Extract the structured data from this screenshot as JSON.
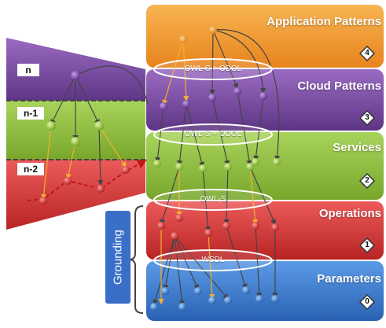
{
  "layers": [
    {
      "label": "Application Patterns",
      "number": "4",
      "color": "#f29a2e"
    },
    {
      "label": "Cloud Patterns",
      "number": "3",
      "color": "#7d4fa3"
    },
    {
      "label": "Services",
      "number": "2",
      "color": "#8fbf3f"
    },
    {
      "label": "Operations",
      "number": "1",
      "color": "#d63d3d"
    },
    {
      "label": "Parameters",
      "number": "0",
      "color": "#3d7fd1"
    }
  ],
  "connectors": [
    {
      "label": "OWL-S + ODOL"
    },
    {
      "label": "OWL-S + ODOL"
    },
    {
      "label": "OWL-S"
    },
    {
      "label": "WSDL"
    }
  ],
  "levels": [
    "n",
    "n-1",
    "n-2"
  ],
  "grounding": "Grounding"
}
